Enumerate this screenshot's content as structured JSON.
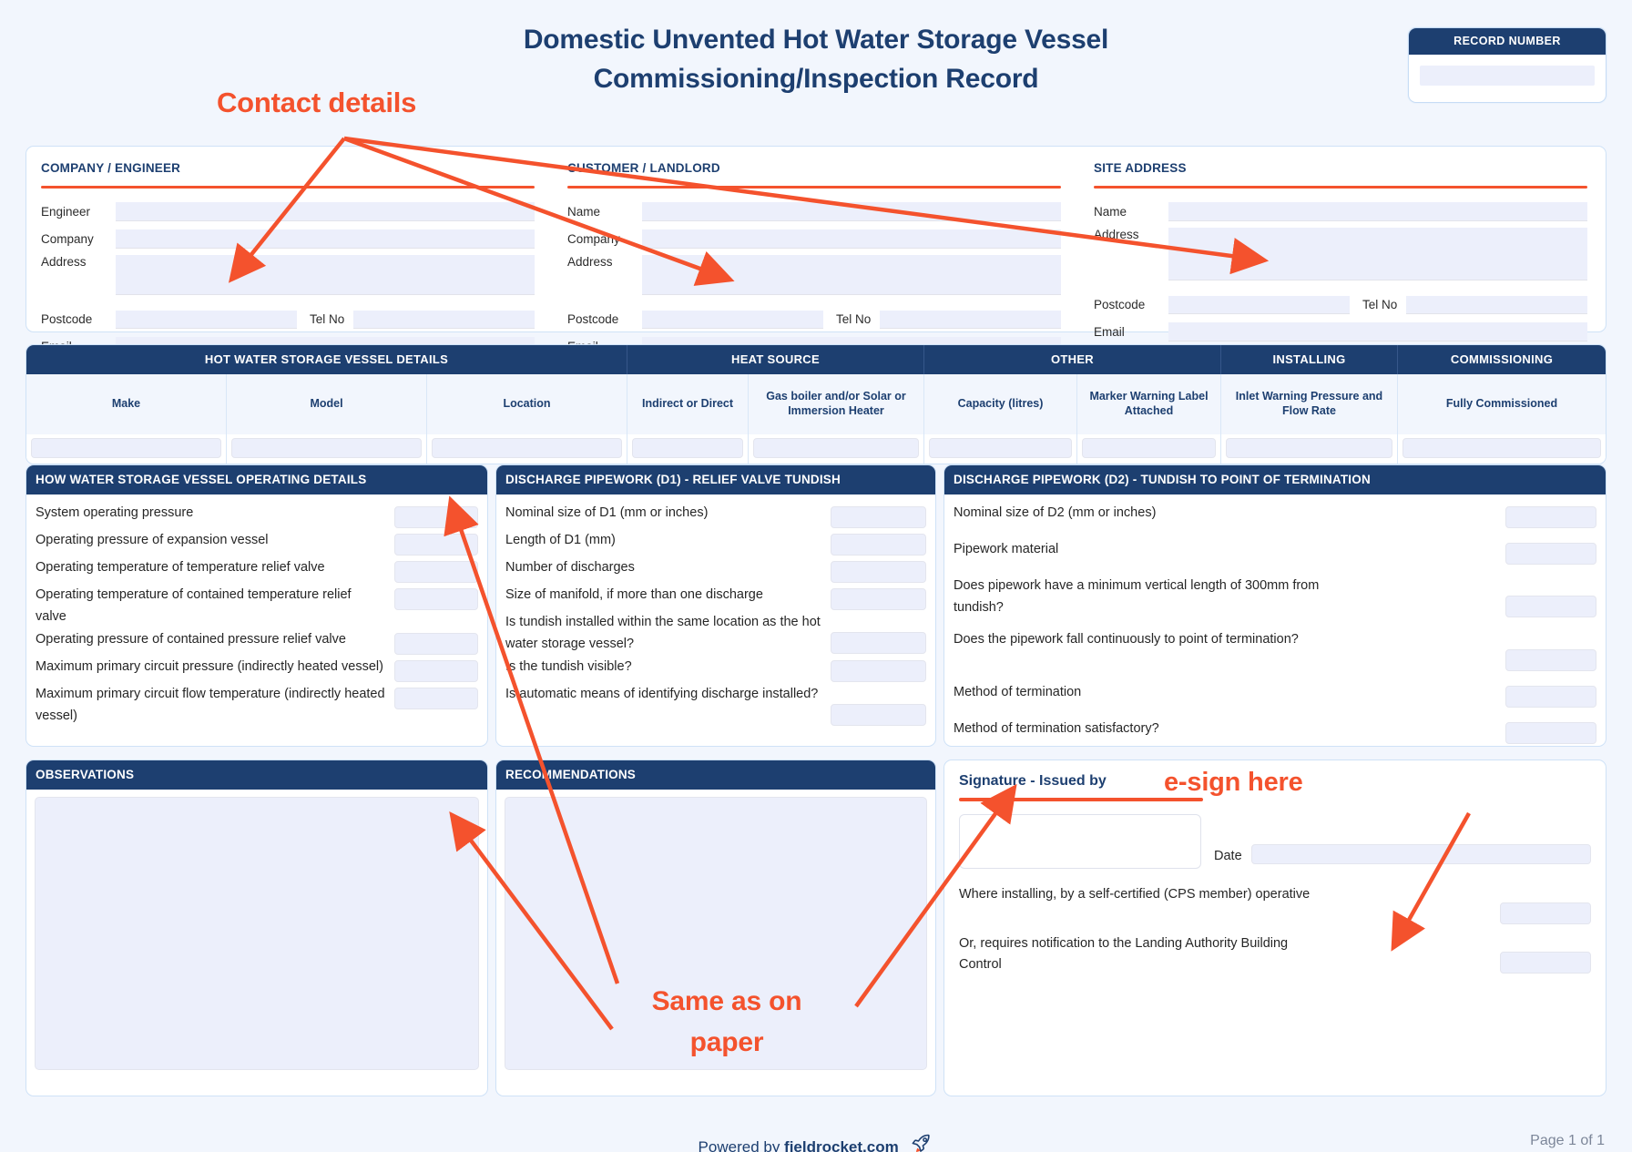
{
  "header": {
    "title_line1": "Domestic Unvented Hot Water Storage Vessel",
    "title_line2": "Commissioning/Inspection Record",
    "record_number_label": "RECORD NUMBER",
    "record_number_value": ""
  },
  "annotations": {
    "contact_details": "Contact details",
    "same_as_on_paper": "Same as on paper",
    "e_sign_here": "e-sign here"
  },
  "contact": {
    "columns": [
      {
        "title": "COMPANY / ENGINEER",
        "rows": [
          {
            "label": "Engineer",
            "value": ""
          },
          {
            "label": "Company",
            "value": ""
          },
          {
            "label": "Address",
            "value": ""
          }
        ],
        "postcode_label": "Postcode",
        "postcode_value": "",
        "tel_label": "Tel No",
        "tel_value": "",
        "email_label": "Email",
        "email_value": ""
      },
      {
        "title": "CUSTOMER / LANDLORD",
        "rows": [
          {
            "label": "Name",
            "value": ""
          },
          {
            "label": "Company",
            "value": ""
          },
          {
            "label": "Address",
            "value": ""
          }
        ],
        "postcode_label": "Postcode",
        "postcode_value": "",
        "tel_label": "Tel No",
        "tel_value": "",
        "email_label": "Email",
        "email_value": ""
      },
      {
        "title": "SITE ADDRESS",
        "rows": [
          {
            "label": "Name",
            "value": ""
          },
          {
            "label": "Address",
            "value": ""
          }
        ],
        "postcode_label": "Postcode",
        "postcode_value": "",
        "tel_label": "Tel No",
        "tel_value": "",
        "email_label": "Email",
        "email_value": ""
      }
    ]
  },
  "vessel_table": {
    "groups": [
      {
        "label": "HOT WATER STORAGE VESSEL DETAILS",
        "span": 3
      },
      {
        "label": "HEAT SOURCE",
        "span": 2
      },
      {
        "label": "OTHER",
        "span": 2
      },
      {
        "label": "INSTALLING",
        "span": 1
      },
      {
        "label": "COMMISSIONING",
        "span": 1
      }
    ],
    "columns": [
      "Make",
      "Model",
      "Location",
      "Indirect or Direct",
      "Gas boiler and/or Solar or Immersion Heater",
      "Capacity (litres)",
      "Marker Warning Label Attached",
      "Inlet Warning Pressure and Flow Rate",
      "Fully Commissioned"
    ],
    "values": [
      "",
      "",
      "",
      "",
      "",
      "",
      "",
      "",
      ""
    ]
  },
  "operating_details": {
    "title": "HOW WATER STORAGE VESSEL OPERATING DETAILS",
    "rows": [
      {
        "label": "System operating pressure",
        "value": ""
      },
      {
        "label": "Operating pressure of expansion vessel",
        "value": ""
      },
      {
        "label": "Operating temperature of temperature relief valve",
        "value": ""
      },
      {
        "label": "Operating temperature of contained temperature relief valve",
        "value": ""
      },
      {
        "label": "Operating pressure of contained pressure relief valve",
        "value": ""
      },
      {
        "label": "Maximum primary circuit pressure (indirectly heated vessel)",
        "value": ""
      },
      {
        "label": "Maximum primary circuit flow temperature (indirectly heated vessel)",
        "value": ""
      }
    ]
  },
  "discharge_d1": {
    "title": "DISCHARGE PIPEWORK (D1) - RELIEF VALVE TUNDISH",
    "rows": [
      {
        "label": "Nominal size of D1 (mm or inches)",
        "value": ""
      },
      {
        "label": "Length of D1 (mm)",
        "value": ""
      },
      {
        "label": "Number of discharges",
        "value": ""
      },
      {
        "label": "Size of manifold, if more than one discharge",
        "value": ""
      },
      {
        "label": "Is tundish installed within the same location as the hot water storage vessel?",
        "value": ""
      },
      {
        "label": "Is the tundish visible?",
        "value": ""
      },
      {
        "label": "Is automatic means of identifying discharge installed?",
        "value": ""
      }
    ]
  },
  "discharge_d2": {
    "title": "DISCHARGE PIPEWORK (D2) - TUNDISH TO POINT OF TERMINATION",
    "rows": [
      {
        "label": "Nominal size of D2 (mm or inches)",
        "value": ""
      },
      {
        "label": "Pipework material",
        "value": ""
      },
      {
        "label": "Does pipework have a minimum vertical length of 300mm from tundish?",
        "value": ""
      },
      {
        "label": "Does the pipework fall continuously to point of termination?",
        "value": ""
      },
      {
        "label": "Method of termination",
        "value": ""
      },
      {
        "label": "Method of termination satisfactory?",
        "value": ""
      }
    ]
  },
  "observations": {
    "title": "OBSERVATIONS",
    "value": ""
  },
  "recommendations": {
    "title": "RECOMMENDATIONS",
    "value": ""
  },
  "signature": {
    "title": "Signature - Issued by",
    "signature_value": "",
    "date_label": "Date",
    "date_value": "",
    "rows": [
      {
        "label": "Where installing, by a self-certified (CPS member) operative",
        "value": ""
      },
      {
        "label": "Or, requires notification to the Landing Authority Building Control",
        "value": ""
      }
    ]
  },
  "footer": {
    "powered_by": "Powered by ",
    "brand": "fieldrocket.com",
    "page": "Page 1 of 1"
  },
  "colors": {
    "navy": "#1d3f70",
    "accent_orange": "#f4522d",
    "field_bg": "#eceffb",
    "page_bg": "#f2f6fd"
  }
}
